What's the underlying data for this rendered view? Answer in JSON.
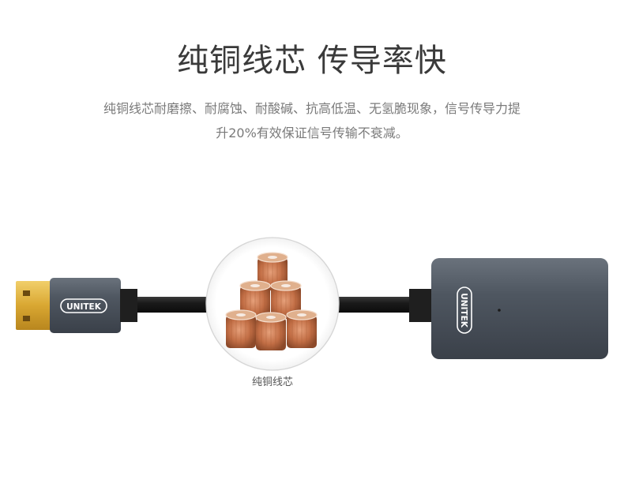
{
  "heading": "纯铜线芯 传导率快",
  "description": {
    "line1": "纯铜线芯耐磨擦、耐腐蚀、耐酸碱、抗高低温、无氢脆现象，信号传导力提",
    "line2": "升20%有效保证信号传输不衰减。"
  },
  "brand": "UNITEK",
  "caption": "纯铜线芯",
  "colors": {
    "cable": "#1c1c1c",
    "housing": "#4d5560",
    "copper": "#c06f45",
    "gold_contact": "#d8a82c"
  }
}
